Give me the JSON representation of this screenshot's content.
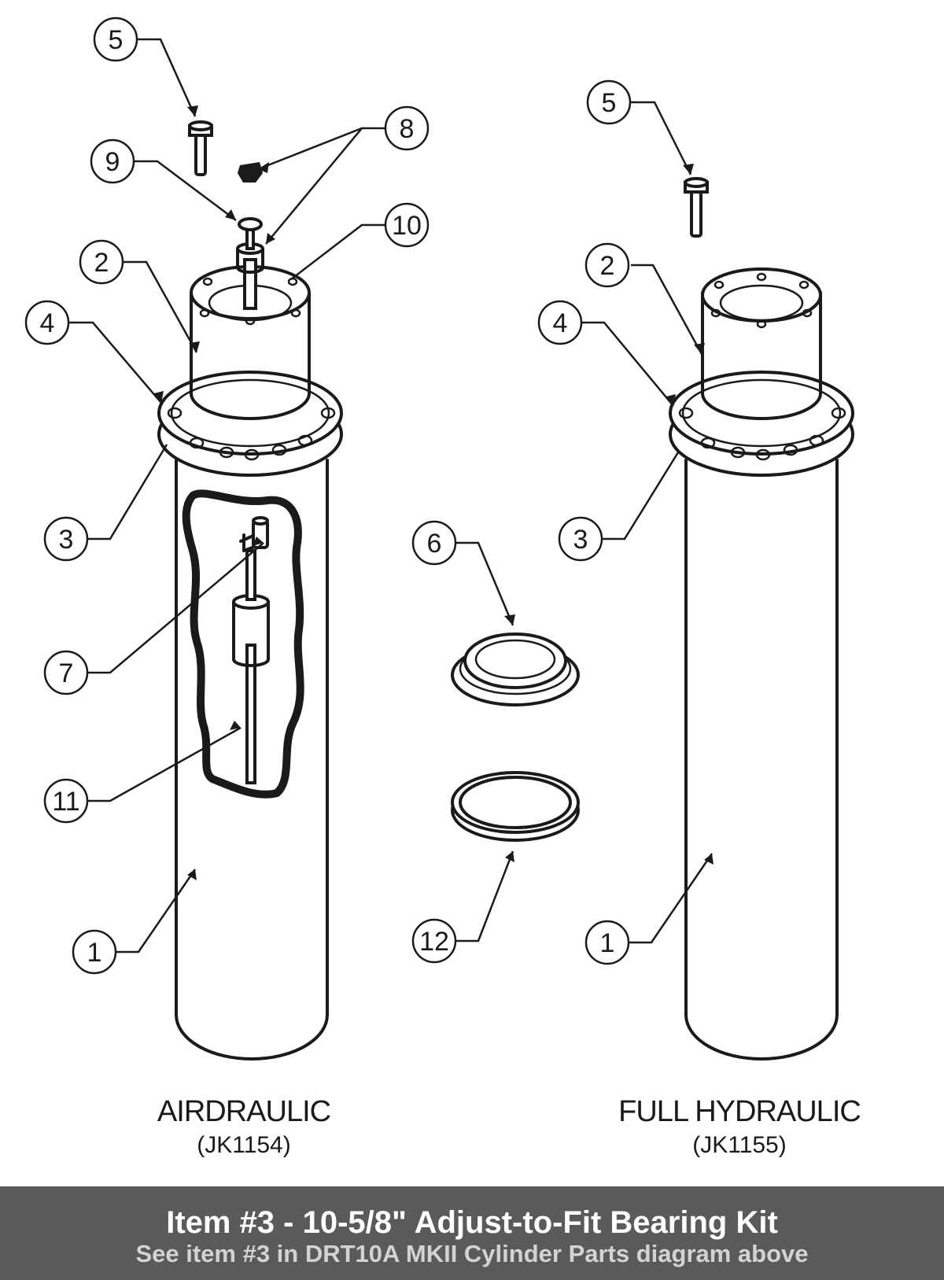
{
  "assemblies": [
    {
      "name": "AIRDRAULIC",
      "code": "(JK1154)"
    },
    {
      "name": "FULL HYDRAULIC",
      "code": "(JK1155)"
    }
  ],
  "callouts": {
    "left": [
      "5",
      "9",
      "8",
      "10",
      "2",
      "4",
      "3",
      "7",
      "11",
      "1"
    ],
    "center": [
      "6",
      "12"
    ],
    "right": [
      "5",
      "2",
      "4",
      "3",
      "1"
    ]
  },
  "banner": {
    "title": "Item #3 - 10-5/8\" Adjust-to-Fit Bearing Kit",
    "subtitle": "See item #3 in DRT10A MKII Cylinder Parts diagram above"
  }
}
